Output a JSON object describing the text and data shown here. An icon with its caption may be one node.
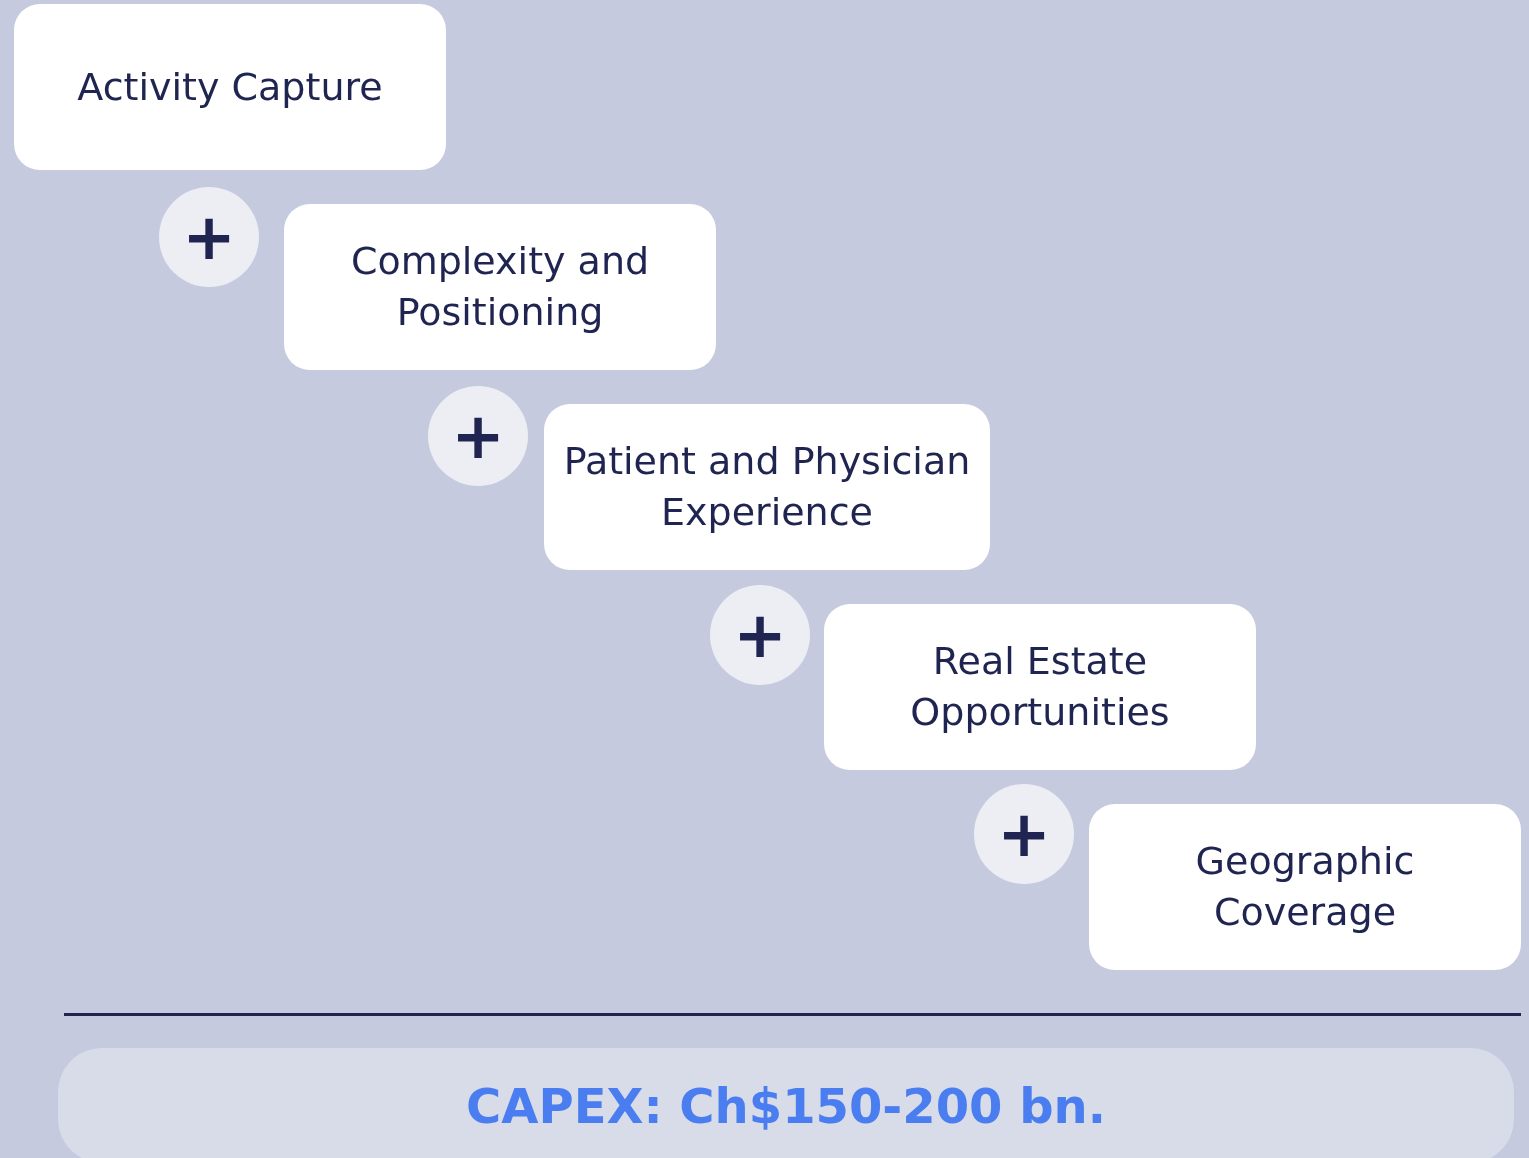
{
  "diagram": {
    "nodes": [
      {
        "text": [
          "Activity Capture"
        ]
      },
      {
        "text": [
          "+"
        ]
      },
      {
        "text": [
          "Complexity and Positioning"
        ]
      },
      {
        "text": [
          "+"
        ]
      },
      {
        "text": [
          "Patient and Physician Experience"
        ]
      },
      {
        "text": [
          "+"
        ]
      },
      {
        "text": [
          "Real Estate Opportunities"
        ]
      },
      {
        "text": [
          "+"
        ]
      },
      {
        "text": [
          "Geographic Coverage"
        ]
      },
      {
        "text": [
          "CAPEX: Ch$150-200 bn."
        ]
      }
    ]
  }
}
